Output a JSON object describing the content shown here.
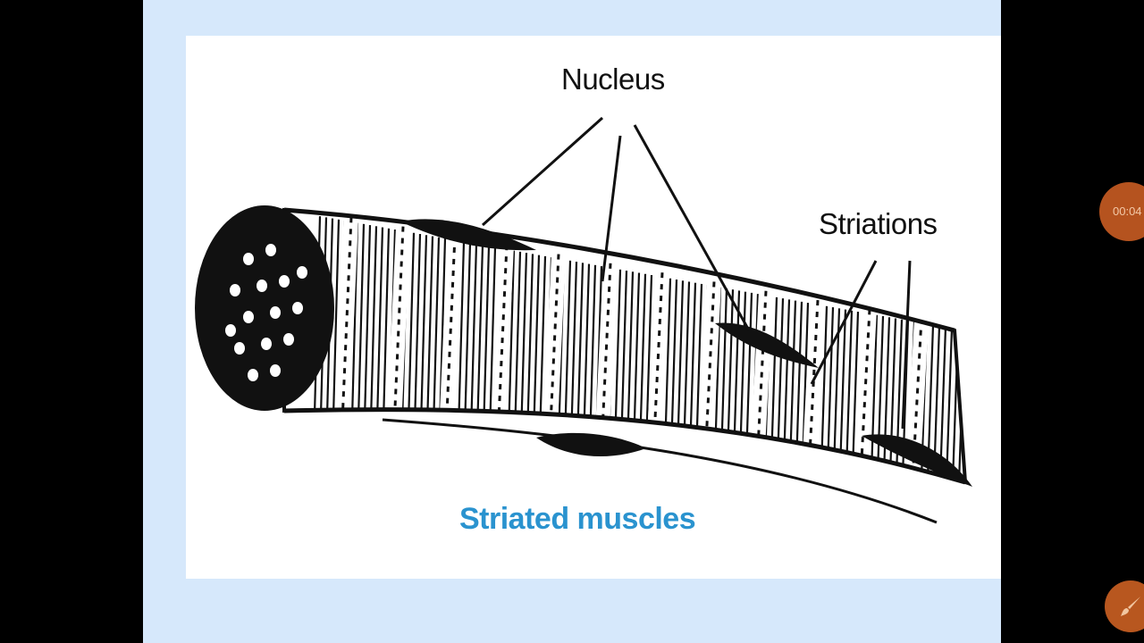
{
  "diagram": {
    "labels": {
      "nucleus": "Nucleus",
      "striations": "Striations"
    },
    "caption": "Striated muscles"
  },
  "overlay": {
    "timer_text": "00:04",
    "timer_icon": "timer-icon",
    "brush_icon": "paintbrush-icon"
  },
  "colors": {
    "caption": "#2a93cf",
    "slide_background": "#d6e8fb",
    "overlay_button": "#b5531f"
  }
}
